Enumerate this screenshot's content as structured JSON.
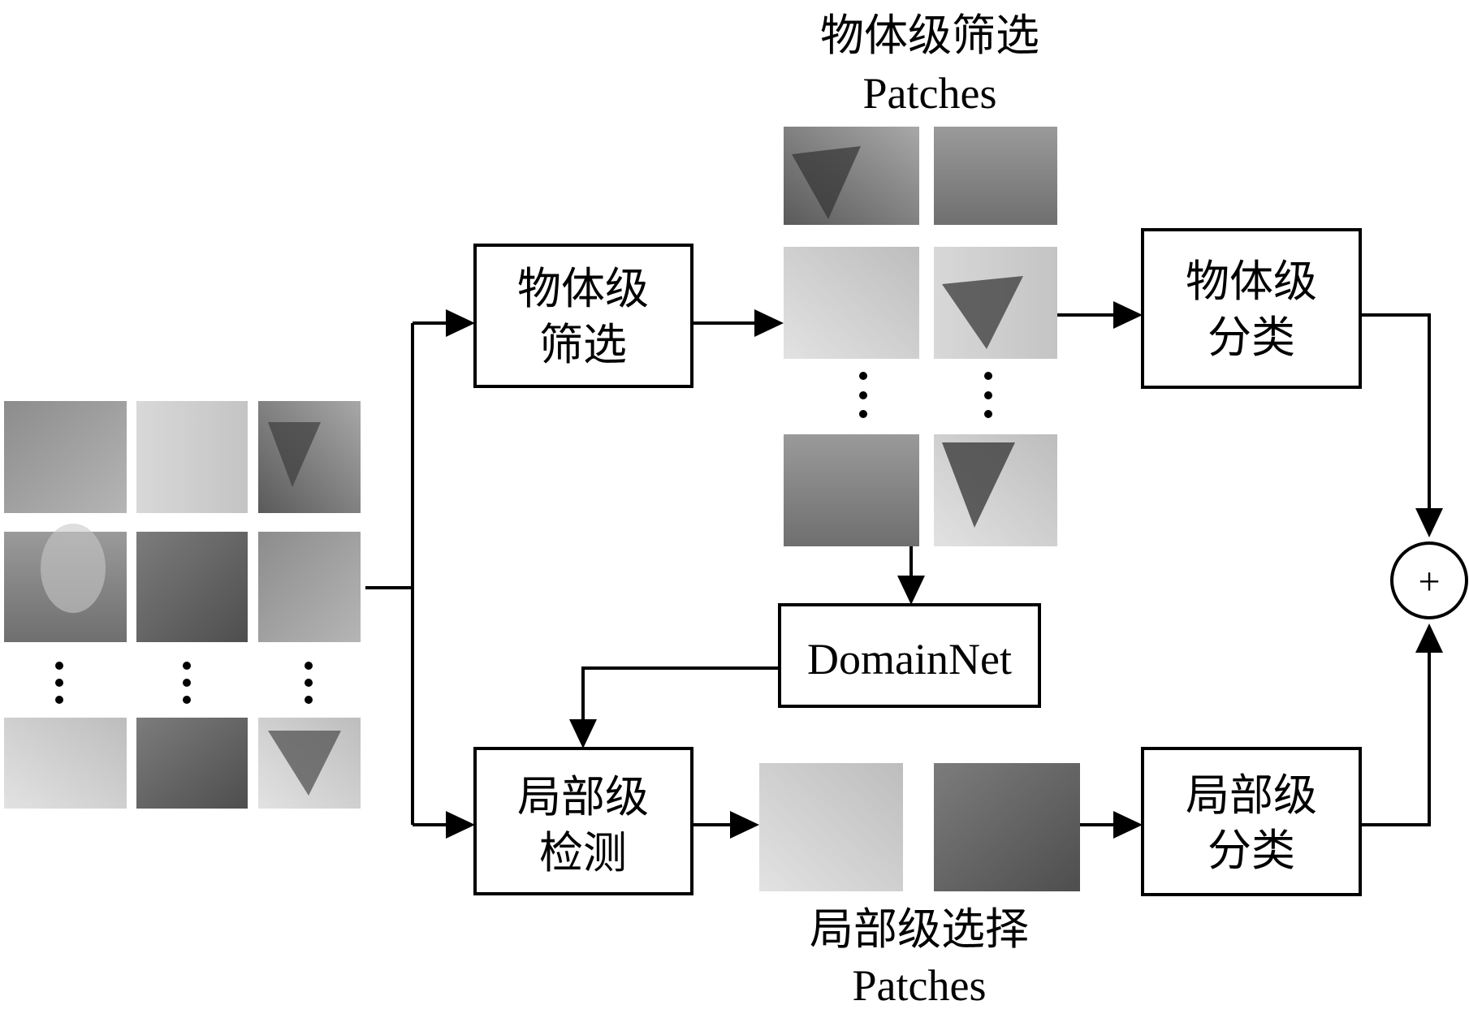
{
  "labels": {
    "object_filter_patches_title": "物体级筛选",
    "object_filter_patches_sub": "Patches",
    "local_select_patches_title": "局部级选择",
    "local_select_patches_sub": "Patches"
  },
  "boxes": {
    "object_filter": {
      "line1": "物体级",
      "line2": "筛选"
    },
    "object_classify": {
      "line1": "物体级",
      "line2": "分类"
    },
    "local_detect": {
      "line1": "局部级",
      "line2": "检测"
    },
    "local_classify": {
      "line1": "局部级",
      "line2": "分类"
    },
    "domainnet": {
      "label": "DomainNet"
    }
  },
  "sum_node": {
    "symbol": "+"
  }
}
